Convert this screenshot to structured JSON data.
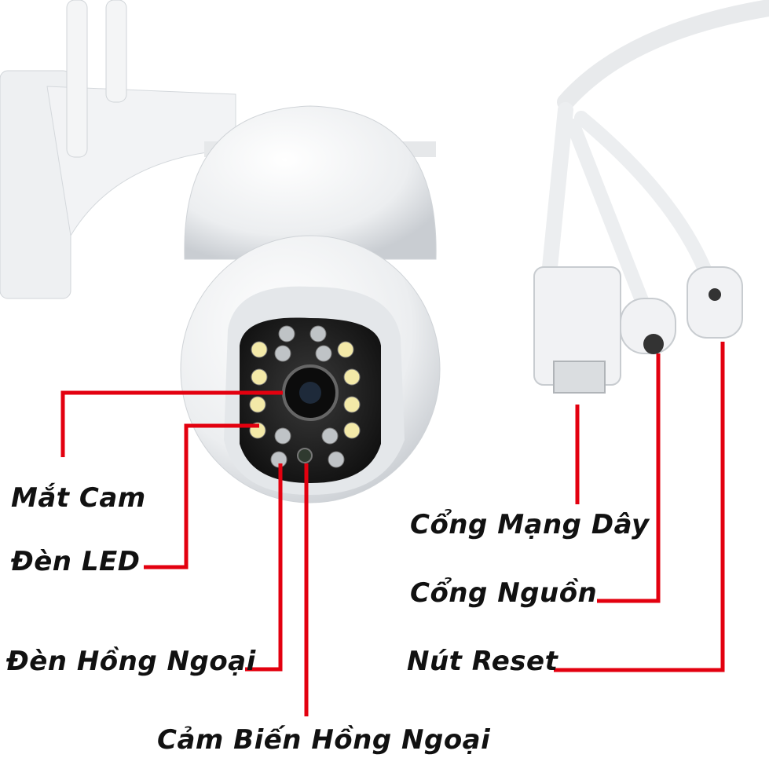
{
  "labels": {
    "camera_lens": "Mắt Cam",
    "led_light": "Đèn LED",
    "infrared_light": "Đèn Hồng Ngoại",
    "infrared_sensor": "Cảm Biến Hồng Ngoại",
    "network_port": "Cổng Mạng Dây",
    "power_port": "Cổng Nguồn",
    "reset_button": "Nút Reset"
  },
  "colors": {
    "callout_line": "#e3000f",
    "text": "#111111"
  }
}
